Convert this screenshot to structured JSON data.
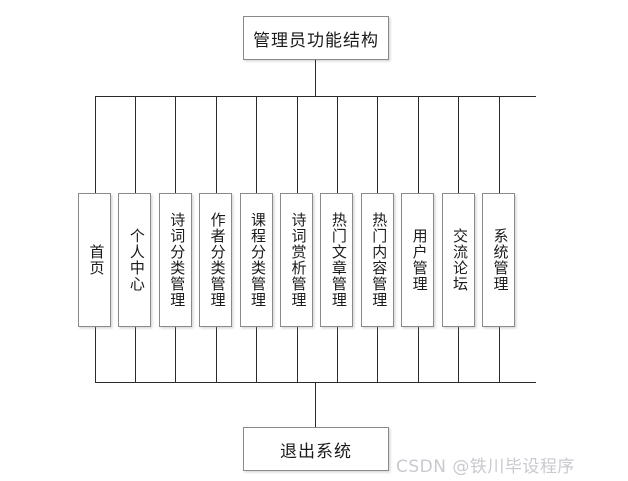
{
  "diagram": {
    "root": {
      "label": "管理员功能结构"
    },
    "exit": {
      "label": "退出系统"
    },
    "leaves": [
      {
        "label": "首页"
      },
      {
        "label": "个人中心"
      },
      {
        "label": "诗词分类管理"
      },
      {
        "label": "作者分类管理"
      },
      {
        "label": "课程分类管理"
      },
      {
        "label": "诗词赏析管理"
      },
      {
        "label": "热门文章管理"
      },
      {
        "label": "热门内容管理"
      },
      {
        "label": "用户管理"
      },
      {
        "label": "交流论坛"
      },
      {
        "label": "系统管理"
      }
    ],
    "colors": {
      "background": "#ffffff",
      "box_border": "#8a8a8a",
      "connector": "#2b2b2b",
      "text": "#1b1b1b",
      "watermark": "#c9c9cf"
    }
  },
  "watermark": {
    "text": "CSDN @铁川毕设程序"
  }
}
